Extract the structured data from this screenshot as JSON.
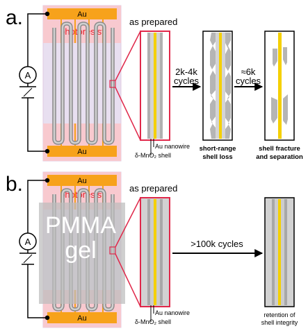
{
  "panels": [
    {
      "letter": "a.",
      "top_electrode": "Au",
      "bottom_electrode": "Au",
      "photoresist": "photoresist",
      "meter": "A",
      "as_prepared": "as prepared",
      "arrow1": "2k-4k",
      "arrow1b": "cycles",
      "arrow2": "≈6k",
      "arrow2b": "cycles",
      "nanowire": "Au nanowire",
      "shell": "δ-MnO₂ shell",
      "state1_line1": "short-range",
      "state1_line2": "shell loss",
      "state2_line1": "shell fracture",
      "state2_line2": "and separation"
    },
    {
      "letter": "b.",
      "top_electrode": "Au",
      "bottom_electrode": "Au",
      "photoresist": "photoresist",
      "meter": "A",
      "gel_line1": "PMMA",
      "gel_line2": "gel",
      "as_prepared": "as prepared",
      "arrow1": ">100k cycles",
      "nanowire": "Au nanowire",
      "shell": "δ-MnO₂ shell",
      "state1_line1": "retention of",
      "state1_line2": "shell integrity"
    }
  ],
  "colors": {
    "gold": "#f7a21b",
    "photoresist": "#f8c9cf",
    "photoresist_text": "#e8202a",
    "highlight": "#e0284a",
    "wire": "#c8c8c8",
    "core": "#f5d000",
    "gel": "#bdbdbd"
  }
}
